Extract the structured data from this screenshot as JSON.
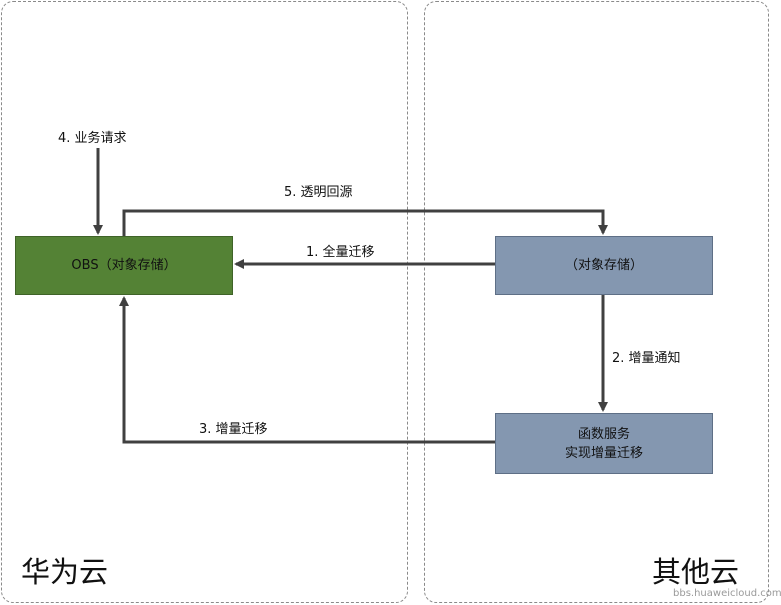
{
  "regions": {
    "huawei": {
      "title": "华为云"
    },
    "other": {
      "title": "其他云"
    }
  },
  "nodes": {
    "obs": {
      "label": "OBS（对象存储）",
      "color": "#548235"
    },
    "other_storage": {
      "label": "（对象存储）",
      "color": "#8497b0"
    },
    "function": {
      "label": "函数服务\n实现增量迁移",
      "color": "#8497b0"
    }
  },
  "edges": {
    "request": "4. 业务请求",
    "transparent_source": "5. 透明回源",
    "full_migration": "1. 全量迁移",
    "incremental_notify": "2. 增量通知",
    "incremental_migration": "3. 增量迁移"
  },
  "watermark": "bbs.huaweicloud.com"
}
